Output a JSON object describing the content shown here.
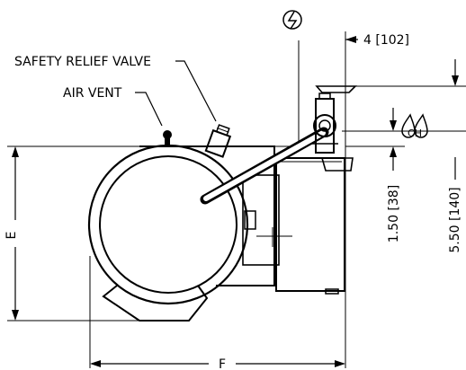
{
  "labels": {
    "safety_relief_valve": "SAFETY RELIEF VALVE",
    "air_vent": "AIR VENT",
    "dim_top": "4 [102]",
    "dim_1": "1.50 [38]",
    "dim_2": "5.50 [140]",
    "dim_e": "E",
    "dim_f": "F",
    "electric_symbol": "ϟ",
    "water_symbol": "CH"
  }
}
